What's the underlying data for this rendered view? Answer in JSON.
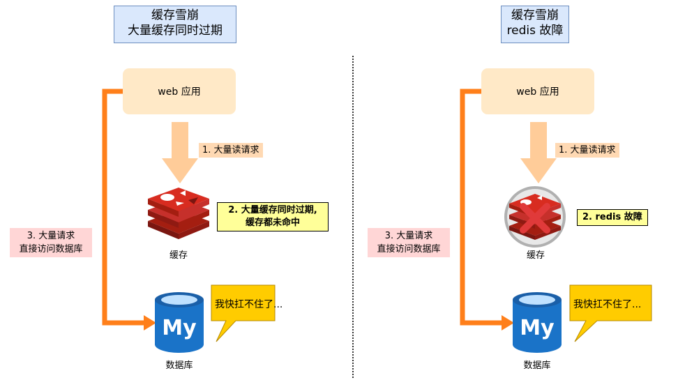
{
  "left": {
    "title": [
      "缓存雪崩",
      "大量缓存同时过期"
    ],
    "web_label": "web 应用",
    "step1": "1. 大量读请求",
    "step2": [
      "2. 大量缓存同时过期,",
      "缓存都未命中"
    ],
    "step3": [
      "3. 大量请求",
      "直接访问数据库"
    ],
    "cache_label": "缓存",
    "db_label": "数据库",
    "callout": "我快扛不住了..."
  },
  "right": {
    "title": [
      "缓存雪崩",
      "redis 故障"
    ],
    "web_label": "web 应用",
    "step1": "1. 大量读请求",
    "step2": [
      "2. redis 故障"
    ],
    "step3": [
      "3. 大量请求",
      "直接访问数据库"
    ],
    "cache_label": "缓存",
    "db_label": "数据库",
    "callout": "我快扛不住了..."
  },
  "icons": {
    "redis": "redis-logo-icon",
    "mysql": "mysql-database-icon",
    "mysql_text": "My",
    "failure": "red-x-failure-icon"
  },
  "colors": {
    "title_fill": "#dae8fc",
    "web_fill": "#ffe9c7",
    "down_arrow": "#ffcc99",
    "orange_path": "#ff7f1a",
    "redis_red": "#c6302b",
    "db_blue": "#1a73c8",
    "callout_fill": "#ffcc00",
    "failure_red": "#e03a3a"
  }
}
